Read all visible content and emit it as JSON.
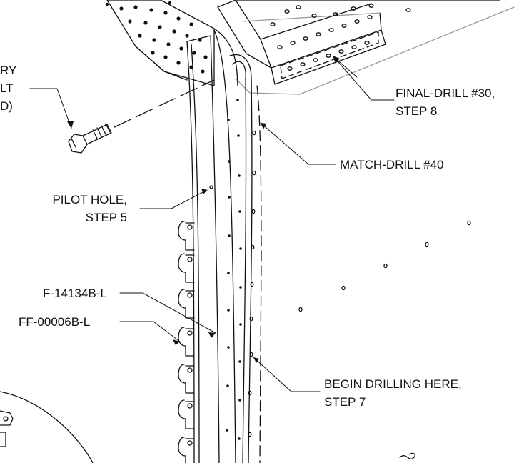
{
  "callouts": {
    "cut_off_label": [
      "RY",
      "LT",
      "D)"
    ],
    "final_drill": [
      "FINAL-DRILL #30,",
      "STEP 8"
    ],
    "match_drill": "MATCH-DRILL #40",
    "pilot_hole": [
      "PILOT HOLE,",
      "STEP 5"
    ],
    "part_f14134b": "F-14134B-L",
    "part_ff00006b": "FF-00006B-L",
    "begin_drilling": [
      "BEGIN DRILLING HERE,",
      "STEP 7"
    ]
  },
  "colors": {
    "ink": "#111111",
    "ghost": "#9a9a9a",
    "background": "#ffffff"
  }
}
